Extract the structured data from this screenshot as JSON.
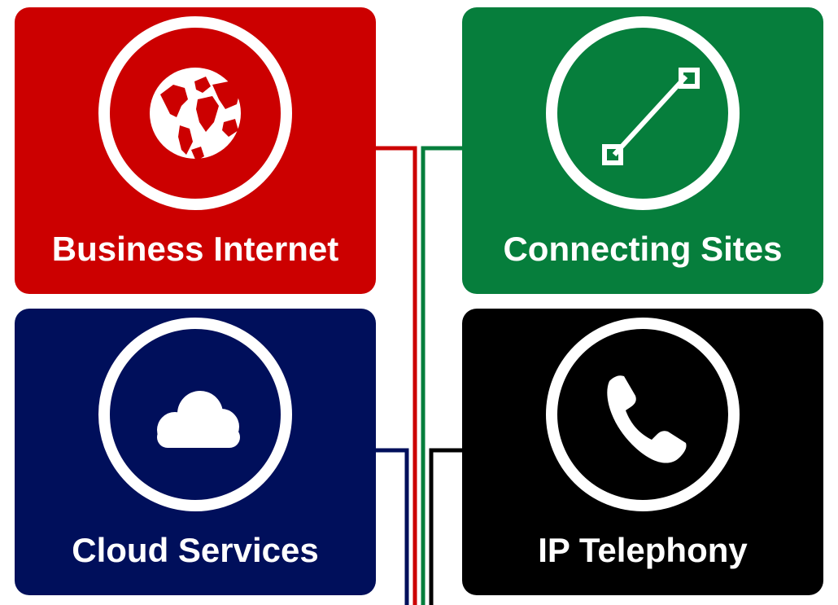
{
  "colors": {
    "internet": "#cc0000",
    "sites": "#067e3c",
    "cloud": "#000f5b",
    "phone": "#000000",
    "foreground": "#ffffff"
  },
  "tiles": [
    {
      "id": "internet",
      "label": "Business Internet",
      "icon": "globe-icon"
    },
    {
      "id": "sites",
      "label": "Connecting Sites",
      "icon": "link-line-icon"
    },
    {
      "id": "cloud",
      "label": "Cloud Services",
      "icon": "cloud-icon"
    },
    {
      "id": "phone",
      "label": "IP Telephony",
      "icon": "phone-handset-icon"
    }
  ]
}
